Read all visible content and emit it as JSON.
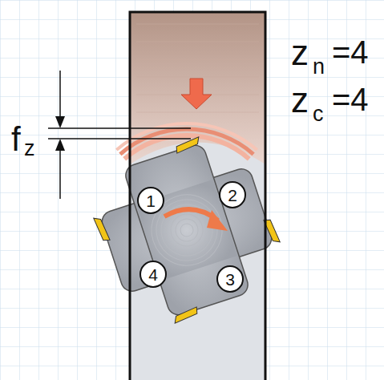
{
  "diagram": {
    "nodes": [
      {
        "text": [
          "1"
        ]
      },
      {
        "text": [
          "2"
        ]
      },
      {
        "text": [
          "3"
        ]
      },
      {
        "text": [
          "4"
        ]
      }
    ],
    "labels": [
      "z",
      "n",
      "=4",
      "z",
      "c",
      "=4",
      "f",
      "z"
    ]
  }
}
